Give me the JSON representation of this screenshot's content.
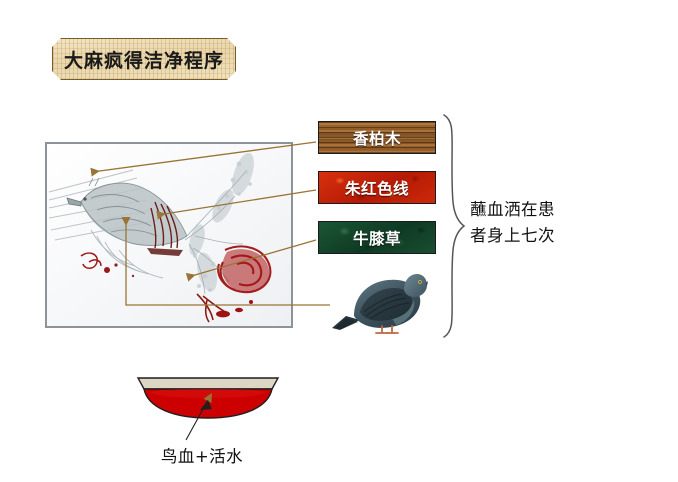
{
  "banner": {
    "title": "大麻疯得洁净程序"
  },
  "illustration": {
    "name": "dead-bird-with-branches-and-blood",
    "caption": ""
  },
  "labels": [
    {
      "id": "cedar",
      "text": "香柏木",
      "color": "#8a5a2b",
      "border": "#1b1b1b",
      "text_color": "#ffffff"
    },
    {
      "id": "scarlet",
      "text": "朱红色线",
      "color": "#c32007",
      "border": "#1b1b1b",
      "text_color": "#ffffff"
    },
    {
      "id": "hyssop",
      "text": "牛膝草",
      "color": "#14432a",
      "border": "#1b1b1b",
      "text_color": "#ffffff"
    }
  ],
  "pigeon": {
    "name": "live-bird"
  },
  "brace_note": {
    "line1": "蘸血洒在患",
    "line2": "者身上七次"
  },
  "bowl": {
    "caption": "鸟血+活水",
    "liquid_color": "#cc0000",
    "rim_color": "#ded6c4"
  },
  "colors": {
    "connector": "#9a7435",
    "frame_border": "#8e9299",
    "banner_bg": "#efdfb8",
    "banner_border": "#7a5a28",
    "brace": "#555555",
    "background": "#ffffff"
  }
}
